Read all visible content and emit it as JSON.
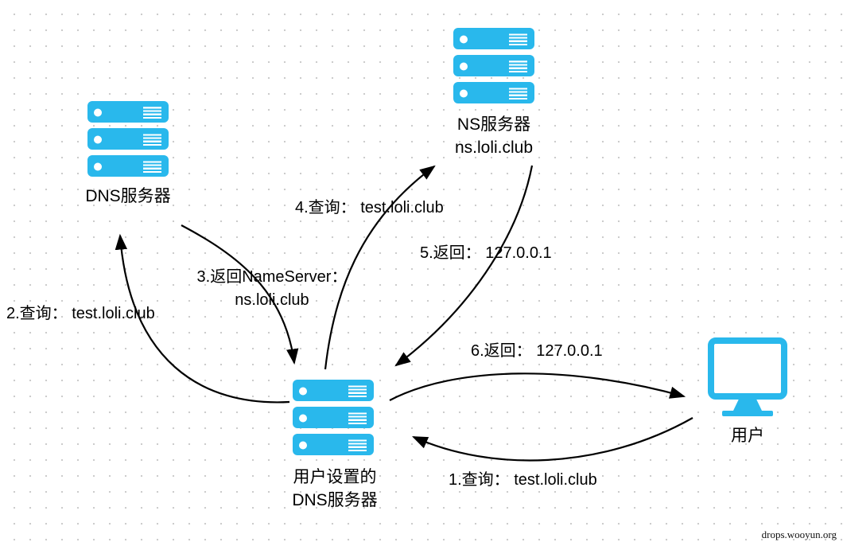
{
  "colors": {
    "accent": "#29b8ec",
    "line": "#000000",
    "text": "#000000",
    "background": "#ffffff",
    "grid_dot": "#cccccc"
  },
  "nodes": {
    "ns_server": {
      "line1": "NS服务器",
      "line2": "ns.loli.club"
    },
    "dns_server": {
      "line1": "DNS服务器"
    },
    "local_dns_server": {
      "line1": "用户设置的",
      "line2": "DNS服务器"
    },
    "user": {
      "line1": "用户"
    }
  },
  "labels": {
    "step1": "1.查询： test.loli.club",
    "step2": "2.查询： test.loli.club",
    "step3_line1": "3.返回NameServer：",
    "step3_line2": "ns.loli.club",
    "step4": "4.查询： test.loli.club",
    "step5": "5.返回： 127.0.0.1",
    "step6": "6.返回： 127.0.0.1"
  },
  "edges": [
    {
      "step": 1,
      "from": "user",
      "to": "local_dns_server",
      "label_key": "step1"
    },
    {
      "step": 2,
      "from": "local_dns_server",
      "to": "dns_server",
      "label_key": "step2"
    },
    {
      "step": 3,
      "from": "dns_server",
      "to": "local_dns_server",
      "label_key": "step3_line1"
    },
    {
      "step": 4,
      "from": "local_dns_server",
      "to": "ns_server",
      "label_key": "step4"
    },
    {
      "step": 5,
      "from": "ns_server",
      "to": "local_dns_server",
      "label_key": "step5"
    },
    {
      "step": 6,
      "from": "local_dns_server",
      "to": "user",
      "label_key": "step6"
    }
  ],
  "watermark": "drops.wooyun.org"
}
